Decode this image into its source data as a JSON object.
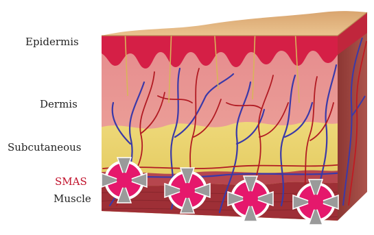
{
  "labels": {
    "epidermis": "Epidermis",
    "dermis": "Dermis",
    "subcutaneous": "Subcutaneous",
    "smas": "SMAS",
    "muscle": "Muscle"
  },
  "colors": {
    "label_text": "#222222",
    "smas_text": "#c0102a",
    "surface": "#e3b883",
    "epidermis": "#d51f46",
    "dermis": "#e89596",
    "subcutaneous": "#e4cf60",
    "smas_band": "#b6464e",
    "muscle": "#9e2f36",
    "side_face": "#8e3a37",
    "vessel_blue": "#3a39a8",
    "vessel_red": "#b11a22",
    "marker_fill": "#e5186c",
    "marker_ring": "#ffffff",
    "marker_arrow": "#9a9a9a"
  },
  "markers": [
    {
      "name": "focus-point-1"
    },
    {
      "name": "focus-point-2"
    },
    {
      "name": "focus-point-3"
    },
    {
      "name": "focus-point-4"
    }
  ]
}
